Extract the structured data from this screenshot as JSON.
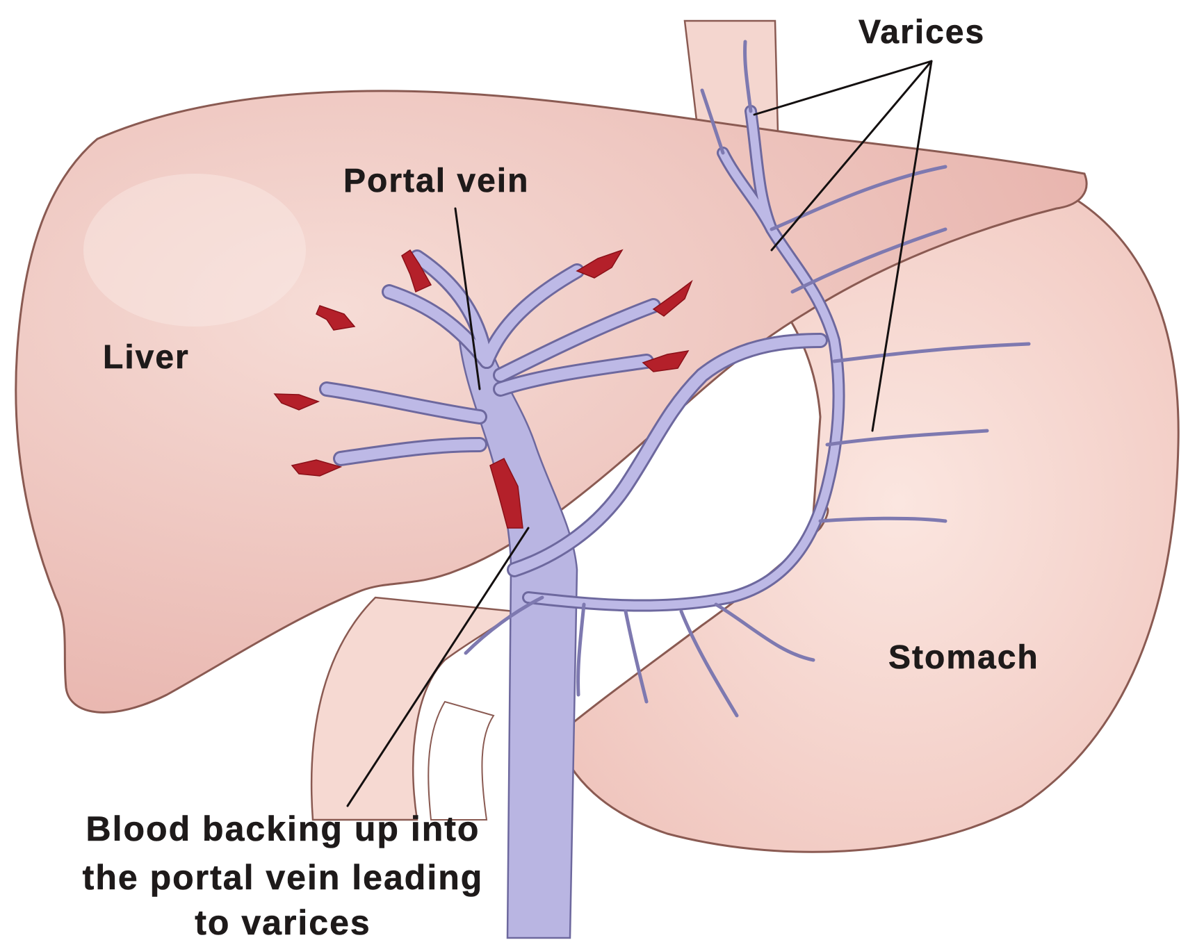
{
  "labels": {
    "varices": "Varices",
    "portal_vein": "Portal vein",
    "liver": "Liver",
    "stomach": "Stomach",
    "caption_line_1": "Blood backing up into",
    "caption_line_2": "the portal vein leading",
    "caption_line_3": "to varices"
  },
  "colors": {
    "liver": "#efc6c0",
    "stomach": "#f6d9d2",
    "organ_outline": "#8a5a52",
    "vein": "#b9b5e2",
    "vein_outline": "#6d689e",
    "flow_arrow": "#b4202a",
    "background": "#ffffff"
  }
}
